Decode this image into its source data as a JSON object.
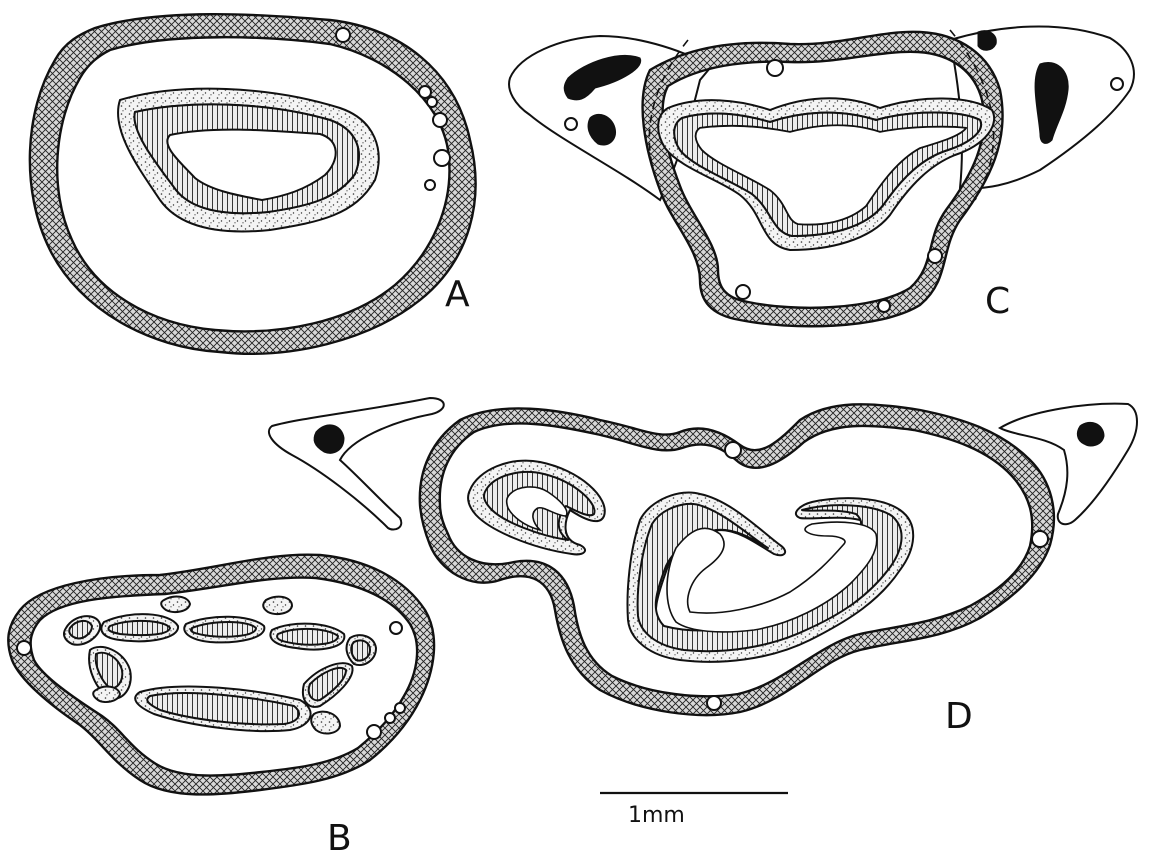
{
  "figure": {
    "panels": [
      {
        "label": "A"
      },
      {
        "label": "B"
      },
      {
        "label": "C"
      },
      {
        "label": "D"
      }
    ],
    "scale_bar": {
      "label": "1mm"
    },
    "colors": {
      "ink": "#111111",
      "background": "#ffffff"
    }
  }
}
